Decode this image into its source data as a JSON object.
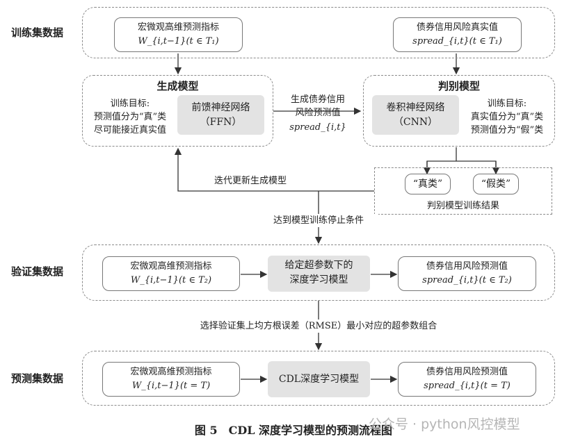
{
  "sections": {
    "train": "训练集数据",
    "validate": "验证集数据",
    "predict": "预测集数据"
  },
  "train_inputs": {
    "macro_label": "宏微观高维预测指标",
    "macro_formula": "W_{i,t−1}(t ∈ T₁)",
    "spread_label": "债券信用风险真实值",
    "spread_formula": "spread_{i,t}(t ∈ T₁)"
  },
  "generator": {
    "title": "生成模型",
    "goal_line1": "训练目标:",
    "goal_line2": "预测值分为“真”类",
    "goal_line3": "尽可能接近真实值",
    "net_line1": "前馈神经网络",
    "net_line2": "（FFN）"
  },
  "middle_arrow": {
    "line1": "生成债券信用",
    "line2": "风险预测值",
    "line3": "spread_{i,t}"
  },
  "discriminator": {
    "title": "判别模型",
    "goal_line1": "训练目标:",
    "goal_line2": "真实值分为“真”类",
    "goal_line3": "预测值分为“假”类",
    "net_line1": "卷积神经网络",
    "net_line2": "（CNN）"
  },
  "results": {
    "true_class": "“真类”",
    "false_class": "“假类”",
    "label": "判别模型训练结果"
  },
  "loop": {
    "update_label": "迭代更新生成模型",
    "stop_label": "达到模型训练停止条件"
  },
  "validation": {
    "macro_label": "宏微观高维预测指标",
    "macro_formula": "W_{i,t−1}(t ∈ T₂)",
    "model_line1": "给定超参数下的",
    "model_line2": "深度学习模型",
    "pred_label": "债券信用风险预测值",
    "pred_formula": "spread_{i,t}(t ∈ T₂)"
  },
  "select_label": "选择验证集上均方根误差（RMSE）最小对应的超参数组合",
  "prediction": {
    "macro_label": "宏微观高维预测指标",
    "macro_formula": "W_{i,t−1}(t = T)",
    "model": "CDL深度学习模型",
    "pred_label": "债券信用风险预测值",
    "pred_formula": "spread_{i,t}(t = T)"
  },
  "caption": "图 5　CDL 深度学习模型的预测流程图",
  "watermark": "公众号 · python风控模型"
}
